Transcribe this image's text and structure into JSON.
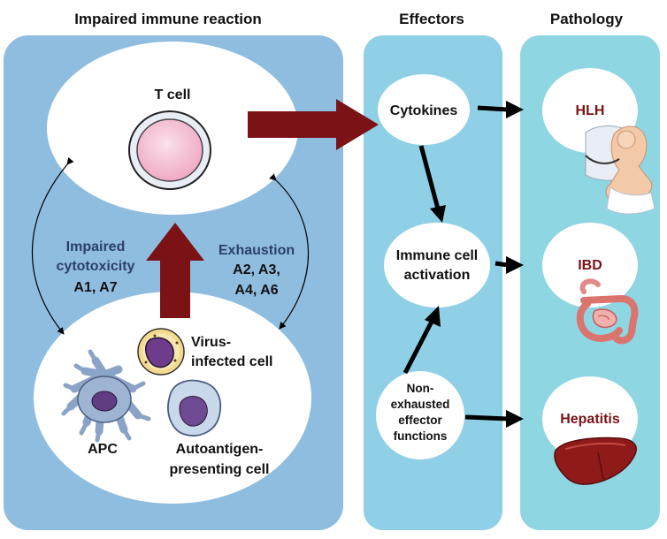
{
  "headers": {
    "left": "Impaired immune reaction",
    "middle": "Effectors",
    "right": "Pathology"
  },
  "tcell": {
    "label": "T cell"
  },
  "left_text": {
    "line1": "Impaired",
    "line2": "cytotoxicity",
    "line3": "A1, A7"
  },
  "right_text": {
    "line1": "Exhaustion",
    "line2": "A2, A3,",
    "line3": "A4, A6"
  },
  "cells": {
    "virus_line1": "Virus-",
    "virus_line2": "infected cell",
    "apc": "APC",
    "auto_line1": "Autoantigen-",
    "auto_line2": "presenting cell"
  },
  "effectors": {
    "cytokines": "Cytokines",
    "activation_line1": "Immune cell",
    "activation_line2": "activation",
    "nonex_line1": "Non-",
    "nonex_line2": "exhausted",
    "nonex_line3": "effector",
    "nonex_line4": "functions"
  },
  "pathology": {
    "hlh": "HLH",
    "ibd": "IBD",
    "hepatitis": "Hepatitis"
  },
  "colors": {
    "left_panel": "#8fbde0",
    "middle_panel": "#8fd0e6",
    "right_panel": "#8fd6e3",
    "big_arrow": "#7a1216",
    "blue_text": "#2d3f6b"
  },
  "icons": [
    "t-cell-icon",
    "virus-infected-cell-icon",
    "apc-dendritic-icon",
    "autoantigen-cell-icon",
    "doctor-infant-icon",
    "intestine-icon",
    "liver-icon"
  ]
}
